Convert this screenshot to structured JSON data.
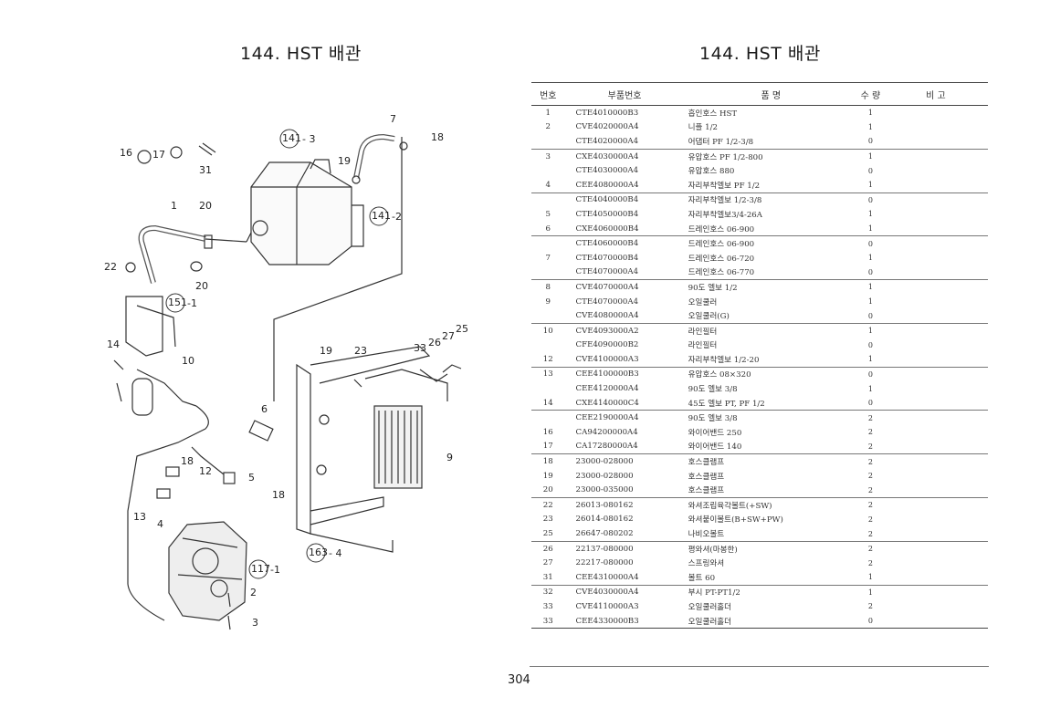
{
  "page": {
    "title_left": "144. HST 배관",
    "title_right": "144. HST 배관",
    "page_number": "304"
  },
  "diagram": {
    "labels": {
      "l1": "1",
      "l2": "2",
      "l3": "3",
      "l4": "4",
      "l5": "5",
      "l6": "6",
      "l7": "7",
      "l9": "9",
      "l10": "10",
      "l12": "12",
      "l13": "13",
      "l14": "14",
      "l16": "16",
      "l17": "17",
      "l18a": "18",
      "l18b": "18",
      "l18c": "18",
      "l19a": "19",
      "l19b": "19",
      "l20a": "20",
      "l20b": "20",
      "l22": "22",
      "l23": "23",
      "l25": "25",
      "l26": "26",
      "l27": "27",
      "l31": "31",
      "l33": "33"
    },
    "refs": {
      "r141a": "141",
      "r141a_suffix": "- 3",
      "r141b": "141",
      "r141b_suffix": "-2",
      "r151": "151",
      "r151_suffix": "-1",
      "r163": "163",
      "r163_suffix": "- 4",
      "r117": "117",
      "r117_suffix": "-1"
    }
  },
  "table": {
    "headers": {
      "no": "번호",
      "part": "부품번호",
      "name": "품    명",
      "qty": "수    량",
      "remark": "비  고"
    },
    "rows": [
      {
        "no": "1",
        "part": "CTE4010000B3",
        "name": "흡인호스 HST",
        "qty": "1",
        "group_start": true
      },
      {
        "no": "2",
        "part": "CVE4020000A4",
        "name": "니플 1/2",
        "qty": "1",
        "group_start": false
      },
      {
        "no": "",
        "part": "CTE4020000A4",
        "name": "어댑터 PF 1/2-3/8",
        "qty": "0",
        "group_start": false
      },
      {
        "no": "3",
        "part": "CXE4030000A4",
        "name": "유압호스 PF 1/2-800",
        "qty": "1",
        "group_start": true
      },
      {
        "no": "",
        "part": "CTE4030000A4",
        "name": "유압호스 880",
        "qty": "0",
        "group_start": false
      },
      {
        "no": "4",
        "part": "CEE4080000A4",
        "name": "자리부착엘보 PF 1/2",
        "qty": "1",
        "group_start": false
      },
      {
        "no": "",
        "part": "CTE4040000B4",
        "name": "자리부착엘보 1/2-3/8",
        "qty": "0",
        "group_start": true
      },
      {
        "no": "5",
        "part": "CTE4050000B4",
        "name": "자리부착엘보3/4-26A",
        "qty": "1",
        "group_start": false
      },
      {
        "no": "6",
        "part": "CXE4060000B4",
        "name": "드레인호스 06-900",
        "qty": "1",
        "group_start": false
      },
      {
        "no": "",
        "part": "CTE4060000B4",
        "name": "드레인호스 06-900",
        "qty": "0",
        "group_start": true
      },
      {
        "no": "7",
        "part": "CTE4070000B4",
        "name": "드레인호스 06-720",
        "qty": "1",
        "group_start": false
      },
      {
        "no": "",
        "part": "CTE4070000A4",
        "name": "드레인호스 06-770",
        "qty": "0",
        "group_start": false
      },
      {
        "no": "8",
        "part": "CVE4070000A4",
        "name": "90도 엘보 1/2",
        "qty": "1",
        "group_start": true
      },
      {
        "no": "9",
        "part": "CTE4070000A4",
        "name": "오일쿨러",
        "qty": "1",
        "group_start": false
      },
      {
        "no": "",
        "part": "CVE4080000A4",
        "name": "오일쿨러(G)",
        "qty": "0",
        "group_start": false
      },
      {
        "no": "10",
        "part": "CVE4093000A2",
        "name": "라인필터",
        "qty": "1",
        "group_start": true
      },
      {
        "no": "",
        "part": "CFE4090000B2",
        "name": "라인필터",
        "qty": "0",
        "group_start": false
      },
      {
        "no": "12",
        "part": "CVE4100000A3",
        "name": "자리부착엘보 1/2-20",
        "qty": "1",
        "group_start": false
      },
      {
        "no": "13",
        "part": "CEE4100000B3",
        "name": "유압호스 08×320",
        "qty": "0",
        "group_start": true
      },
      {
        "no": "",
        "part": "CEE4120000A4",
        "name": "90도 엘보 3/8",
        "qty": "1",
        "group_start": false
      },
      {
        "no": "14",
        "part": "CXE4140000C4",
        "name": "45도 엘보 PT, PF 1/2",
        "qty": "0",
        "group_start": false
      },
      {
        "no": "",
        "part": "CEE2190000A4",
        "name": "90도 엘보 3/8",
        "qty": "2",
        "group_start": true
      },
      {
        "no": "16",
        "part": "CA94200000A4",
        "name": "와이어밴드 250",
        "qty": "2",
        "group_start": false
      },
      {
        "no": "17",
        "part": "CA17280000A4",
        "name": "와이어밴드 140",
        "qty": "2",
        "group_start": false
      },
      {
        "no": "18",
        "part": "23000-028000",
        "name": "호스클램프",
        "qty": "2",
        "group_start": true
      },
      {
        "no": "19",
        "part": "23000-028000",
        "name": "호스클램프",
        "qty": "2",
        "group_start": false
      },
      {
        "no": "20",
        "part": "23000-035000",
        "name": "호스클램프",
        "qty": "2",
        "group_start": false
      },
      {
        "no": "22",
        "part": "26013-080162",
        "name": "와셔조립육각볼트(+SW)",
        "qty": "2",
        "group_start": true
      },
      {
        "no": "23",
        "part": "26014-080162",
        "name": "와셔붙이볼트(B+SW+PW)",
        "qty": "2",
        "group_start": false
      },
      {
        "no": "25",
        "part": "26647-080202",
        "name": "나비오볼트",
        "qty": "2",
        "group_start": false
      },
      {
        "no": "26",
        "part": "22137-080000",
        "name": "평와셔(마봉한)",
        "qty": "2",
        "group_start": true
      },
      {
        "no": "27",
        "part": "22217-080000",
        "name": "스프링와셔",
        "qty": "2",
        "group_start": false
      },
      {
        "no": "31",
        "part": "CEE4310000A4",
        "name": "볼트 60",
        "qty": "1",
        "group_start": false
      },
      {
        "no": "32",
        "part": "CVE4030000A4",
        "name": "부시 PT-PT1/2",
        "qty": "1",
        "group_start": true
      },
      {
        "no": "33",
        "part": "CVE4110000A3",
        "name": "오일쿨러홀더",
        "qty": "2",
        "group_start": false
      },
      {
        "no": "33",
        "part": "CEE4330000B3",
        "name": "오일쿨러홀더",
        "qty": "0",
        "group_start": false
      }
    ]
  }
}
